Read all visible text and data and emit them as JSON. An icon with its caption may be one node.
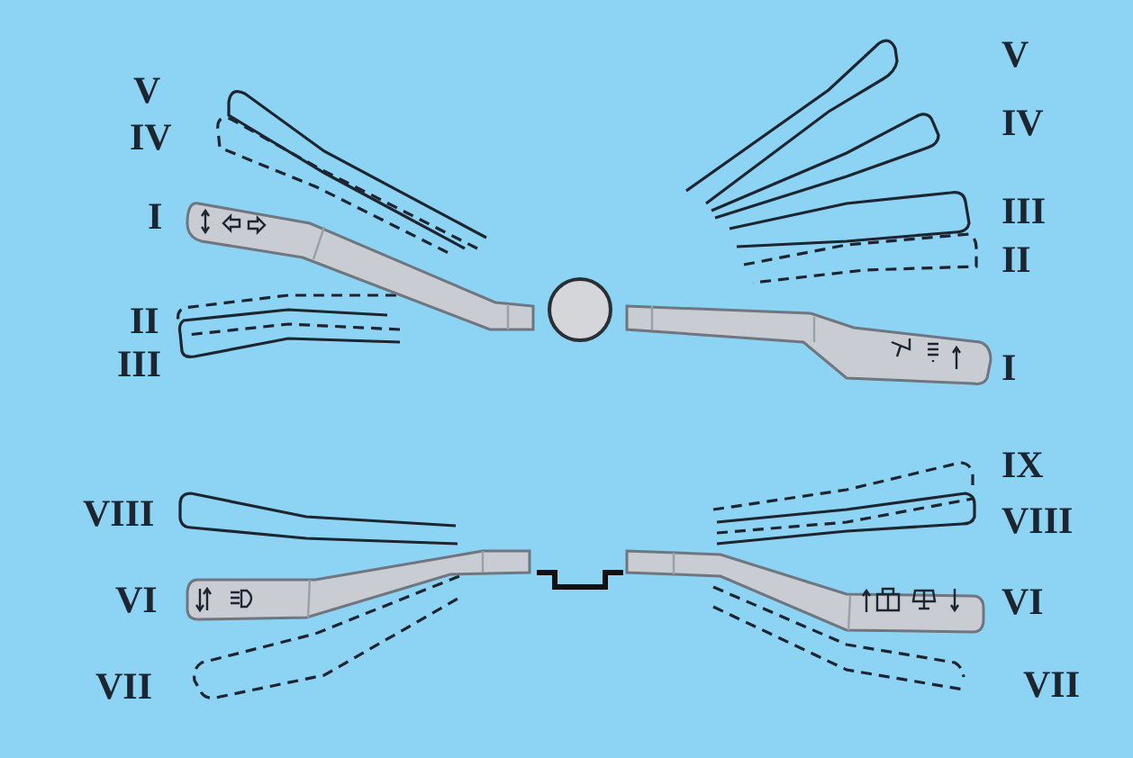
{
  "diagram": {
    "labels": [
      "V",
      "V",
      "IV",
      "IV",
      "I",
      "III",
      "II",
      "II",
      "III",
      "I",
      "IX",
      "VIII",
      "VIII",
      "VI",
      "VI",
      "VII",
      "VII"
    ]
  }
}
